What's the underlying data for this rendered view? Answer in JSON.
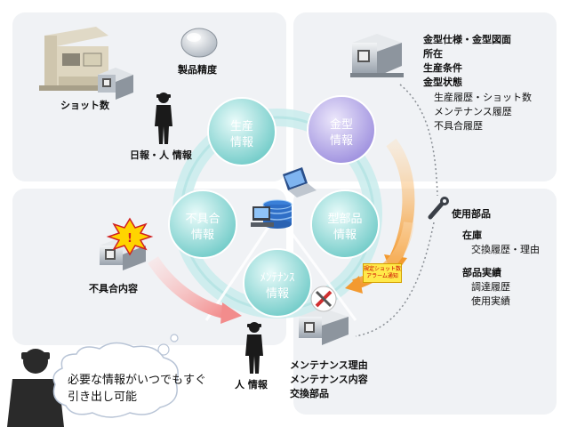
{
  "center_nodes": [
    {
      "key": "production",
      "lines": [
        "生産",
        "情報"
      ]
    },
    {
      "key": "mold",
      "lines": [
        "金型",
        "情報"
      ]
    },
    {
      "key": "parts",
      "lines": [
        "型部品",
        "情報"
      ]
    },
    {
      "key": "maintenance",
      "lines": [
        "ﾒﾝﾃﾅﾝｽ",
        "情報"
      ]
    },
    {
      "key": "defect",
      "lines": [
        "不具合",
        "情報"
      ]
    }
  ],
  "labels": {
    "shot_count": "ショット数",
    "product_accuracy": "製品精度",
    "daily_report": "日報・人 情報",
    "defect_detail": "不具合内容",
    "person_info": "人 情報"
  },
  "mold_info": {
    "bold": [
      "金型仕様・金型図面",
      "所在",
      "生産条件",
      "金型状態"
    ],
    "sub": [
      "生産履歴・ショット数",
      "メンテナンス履歴",
      "不具合履歴"
    ]
  },
  "parts_info": {
    "title": "使用部品",
    "stock_title": "在庫",
    "stock_sub": "交換履歴・理由",
    "record_title": "部品実績",
    "record_sub": [
      "調達履歴",
      "使用実績"
    ]
  },
  "maintenance_info": [
    "メンテナンス理由",
    "メンテナンス内容",
    "交換部品"
  ],
  "alarm_tag": [
    "規定ショット数",
    "アラーム通知"
  ],
  "thought_bubble": [
    "必要な情報がいつでもすぐ",
    "引き出し可能"
  ],
  "colors": {
    "panel": "#f0f2f5",
    "teal_node": "#7fd1cf",
    "mold_node": "#a99be0",
    "orange_arrow": "#f5a445",
    "pink_arrow": "#f59a9a",
    "alarm": "#ffe94a"
  },
  "icons": [
    "press-machine-icon",
    "mold-box-icon",
    "lens-icon",
    "worker-icon",
    "database-icon",
    "laptop-icon",
    "pc-icon",
    "wrench-icon",
    "tools-icon",
    "warning-icon"
  ]
}
